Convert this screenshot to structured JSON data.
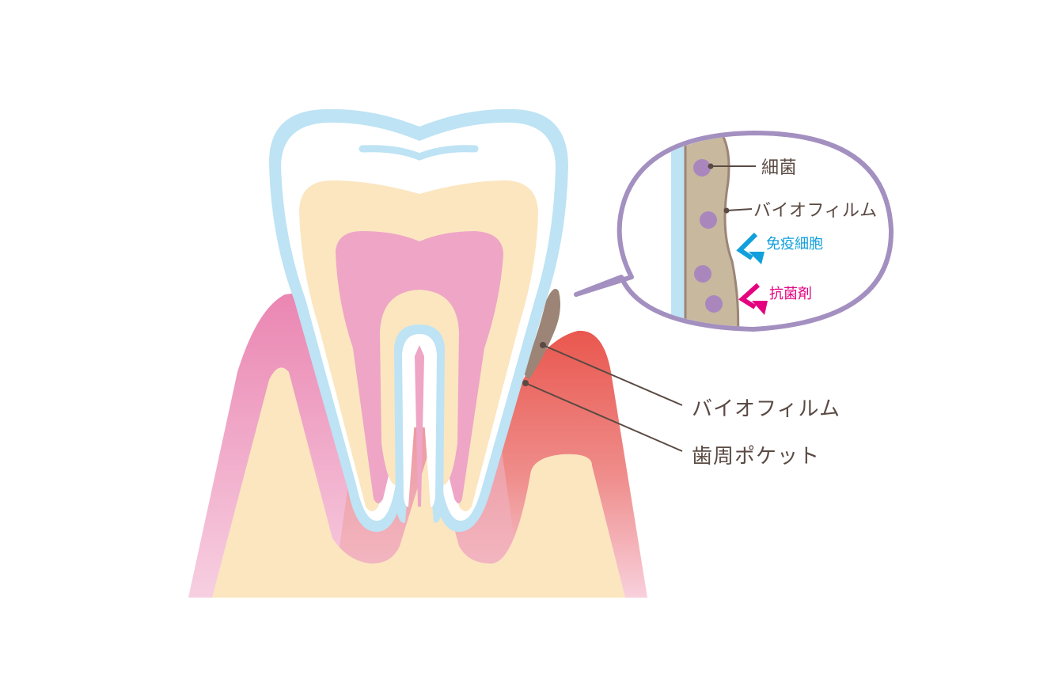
{
  "labels": {
    "bacteria": "細菌",
    "biofilm_zoom": "バイオフィルム",
    "immune_cells": "免疫細胞",
    "antibacterial": "抗菌剤",
    "biofilm": "バイオフィルム",
    "periodontal_pocket": "歯周ポケット"
  },
  "colors": {
    "enamel": "#bde3f4",
    "dentin": "#fbe6c0",
    "pulp": "#eea5c6",
    "bone": "#fbe6c0",
    "gum_healthy": "#ee8fb7",
    "gum_inflamed": "#e9574e",
    "biofilm": "#9c8576",
    "bubble_outline": "#a390c0",
    "bacteria": "#a987bd",
    "immune_arrow": "#12a0dc",
    "antibacterial_arrow": "#e4007f",
    "leader_line": "#5a4a43"
  }
}
